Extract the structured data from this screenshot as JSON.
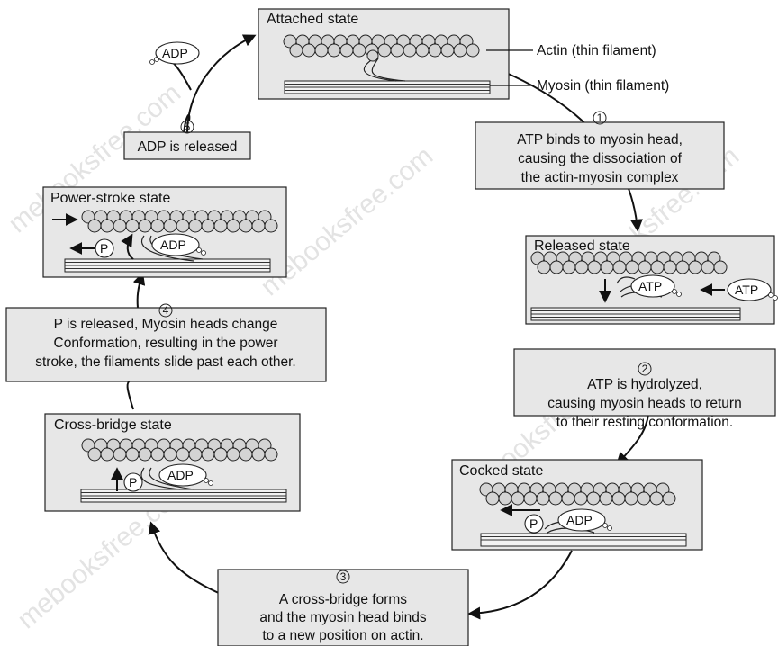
{
  "states": {
    "attached": "Attached state",
    "released": "Released state",
    "cocked": "Cocked state",
    "cross_bridge": "Cross-bridge state",
    "power_stroke": "Power-stroke state"
  },
  "labels": {
    "actin": "Actin (thin filament)",
    "myosin": "Myosin (thin filament)"
  },
  "molecules": {
    "adp": "ADP",
    "atp": "ATP",
    "p": "P"
  },
  "steps": [
    {
      "number": "1",
      "lines": [
        "ATP binds to myosin head,",
        "causing the dissociation of",
        "the actin-myosin complex"
      ]
    },
    {
      "number": "2",
      "lines": [
        "ATP is hydrolyzed,",
        "causing myosin heads to return",
        "to their resting conformation."
      ]
    },
    {
      "number": "3",
      "lines": [
        "A cross-bridge forms",
        "and the myosin head binds",
        "to a new position on actin."
      ]
    },
    {
      "number": "4",
      "lines": [
        "P is released, Myosin heads change",
        "Conformation, resulting in the power",
        "stroke, the filaments slide past each other."
      ]
    },
    {
      "number": "5",
      "lines": [
        "ADP is released"
      ]
    }
  ],
  "watermark": "mebooksfree.com"
}
